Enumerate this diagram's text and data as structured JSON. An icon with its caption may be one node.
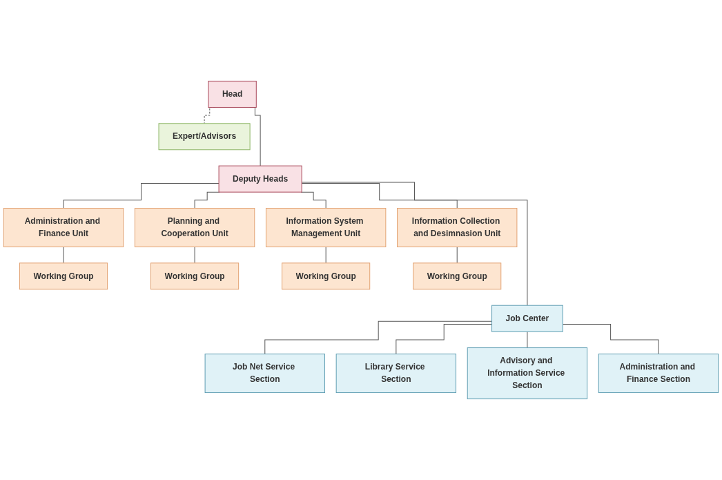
{
  "diagram": {
    "nodes": [
      {
        "text": [
          "Head"
        ]
      },
      {
        "text": [
          "Expert/Advisors"
        ]
      },
      {
        "text": [
          "Deputy Heads"
        ]
      },
      {
        "text": [
          "Administration and Finance Unit"
        ]
      },
      {
        "text": [
          "Planning and Cooperation Unit"
        ]
      },
      {
        "text": [
          "Information System Management Unit"
        ]
      },
      {
        "text": [
          "Information Collection and Desimnasion Unit"
        ]
      },
      {
        "text": [
          "Working Group"
        ]
      },
      {
        "text": [
          "Working Group"
        ]
      },
      {
        "text": [
          "Working Group"
        ]
      },
      {
        "text": [
          "Working Group"
        ]
      },
      {
        "text": [
          "Job Center"
        ]
      },
      {
        "text": [
          "Job Net Service Section"
        ]
      },
      {
        "text": [
          "Library Service Section"
        ]
      },
      {
        "text": [
          "Advisory and Information Service Section"
        ]
      },
      {
        "text": [
          "Administration and Finance Section"
        ]
      }
    ],
    "edges": [
      {
        "from": 0,
        "to": 2,
        "arrow": "none"
      },
      {
        "from": 0,
        "to": 1,
        "arrow": "none",
        "style": "dashed"
      },
      {
        "from": 2,
        "to": 3,
        "arrow": "none"
      },
      {
        "from": 2,
        "to": 4,
        "arrow": "none"
      },
      {
        "from": 2,
        "to": 5,
        "arrow": "none"
      },
      {
        "from": 2,
        "to": 6,
        "arrow": "none"
      },
      {
        "from": 3,
        "to": 7,
        "arrow": "none"
      },
      {
        "from": 4,
        "to": 8,
        "arrow": "none"
      },
      {
        "from": 5,
        "to": 9,
        "arrow": "none"
      },
      {
        "from": 6,
        "to": 10,
        "arrow": "none"
      },
      {
        "from": 2,
        "to": 11,
        "arrow": "none"
      },
      {
        "from": 11,
        "to": 12,
        "arrow": "none"
      },
      {
        "from": 11,
        "to": 13,
        "arrow": "none"
      },
      {
        "from": 11,
        "to": 14,
        "arrow": "none"
      },
      {
        "from": 11,
        "to": 15,
        "arrow": "none"
      }
    ]
  }
}
